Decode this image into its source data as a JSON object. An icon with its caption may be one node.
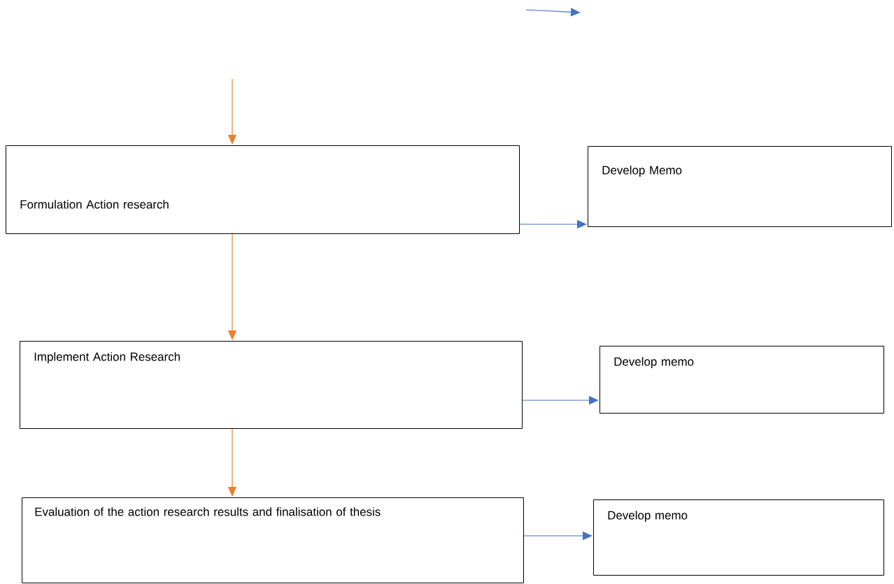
{
  "diagram": {
    "nodes": [
      {
        "text": [
          "Formulation Action research"
        ]
      },
      {
        "text": [
          "Develop Memo"
        ]
      },
      {
        "text": [
          "Implement Action Research"
        ]
      },
      {
        "text": [
          "Develop memo"
        ]
      },
      {
        "text": [
          "Evaluation of the action research results and finalisation of thesis"
        ]
      },
      {
        "text": [
          "Develop memo"
        ]
      }
    ],
    "edges": [
      {
        "from": null,
        "to": 0,
        "arrow": "to",
        "color": "#ed7d31"
      },
      {
        "from": 0,
        "to": 1,
        "arrow": "to",
        "color": "#4472c4"
      },
      {
        "from": 0,
        "to": 2,
        "arrow": "to",
        "color": "#ed7d31"
      },
      {
        "from": 2,
        "to": 3,
        "arrow": "to",
        "color": "#4472c4"
      },
      {
        "from": 2,
        "to": 4,
        "arrow": "to",
        "color": "#ed7d31"
      },
      {
        "from": 4,
        "to": 5,
        "arrow": "to",
        "color": "#4472c4"
      }
    ]
  }
}
